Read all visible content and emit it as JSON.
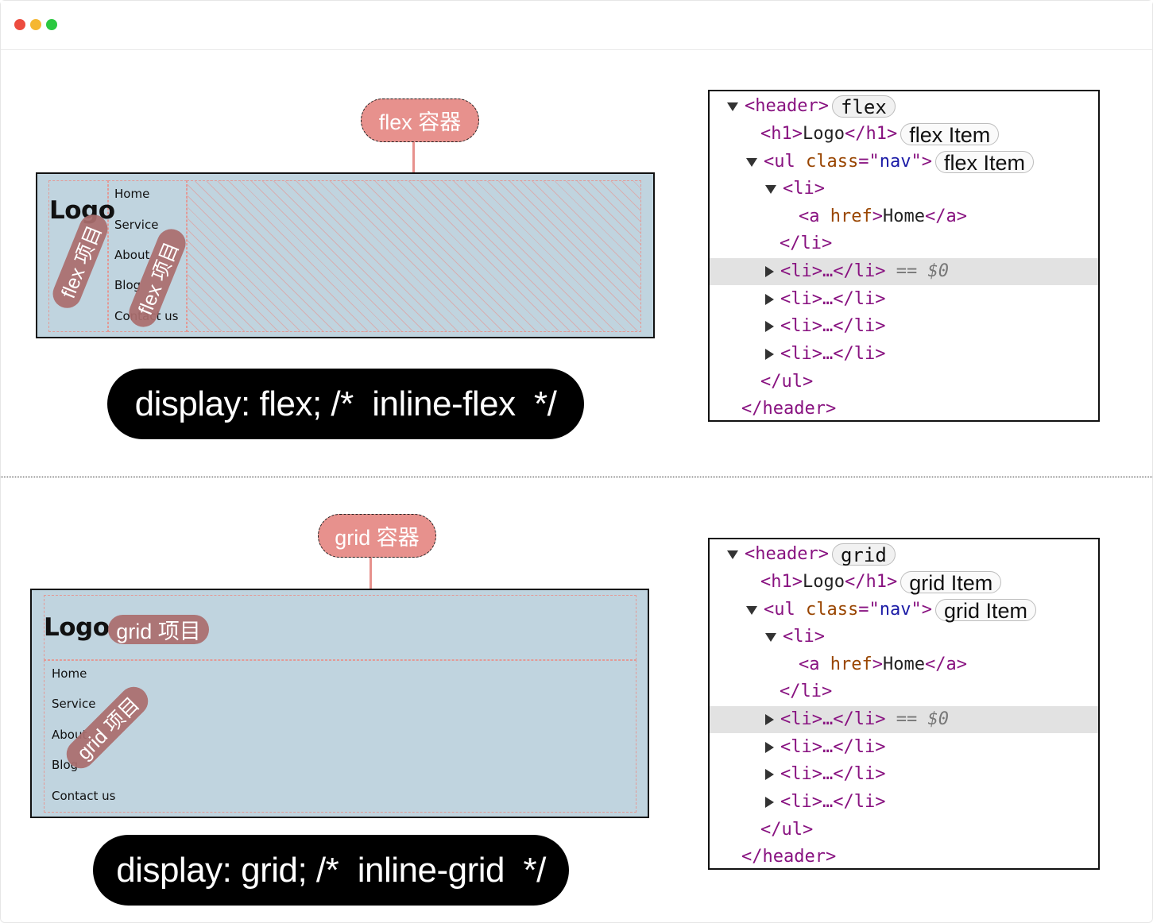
{
  "window": {
    "traffic_lights": [
      {
        "name": "close",
        "color": "#ec4c3f"
      },
      {
        "name": "minimize",
        "color": "#f5b731"
      },
      {
        "name": "zoom",
        "color": "#2bc840"
      }
    ]
  },
  "flex_section": {
    "container_label": "flex 容器",
    "logo": "Logo",
    "nav_items": [
      "Home",
      "Service",
      "About",
      "Blog",
      "Contact us"
    ],
    "item_tag_1": "flex 项目",
    "item_tag_2": "flex 项目",
    "code": "display: flex; /*  inline-flex  */",
    "devtools": {
      "lines": {
        "header_open": "<header>",
        "header_badge": "flex",
        "h1_open": "<h1>",
        "h1_text": "Logo",
        "h1_close": "</h1>",
        "h1_badge": "flex Item",
        "ul_open_pre": "<ul ",
        "ul_attr_name": "class",
        "ul_attr_eq": "=\"",
        "ul_attr_value": "nav",
        "ul_attr_end": "\">",
        "ul_badge": "flex Item",
        "li_open": "<li>",
        "a_open_pre": "<a ",
        "a_attr_name": "href",
        "a_open_end": ">",
        "a_text": "Home",
        "a_close": "</a>",
        "li_close": "</li>",
        "li_collapsed": "<li>…</li>",
        "selected_marker": "==",
        "selected_var": "$0",
        "ul_close": "</ul>",
        "header_close": "</header>"
      }
    }
  },
  "grid_section": {
    "container_label": "grid 容器",
    "logo": "Logo",
    "logo_tag": "grid 项目",
    "nav_items": [
      "Home",
      "Service",
      "About",
      "Blog",
      "Contact us"
    ],
    "item_tag": "grid 项目",
    "code": "display: grid; /*  inline-grid  */",
    "devtools": {
      "lines": {
        "header_open": "<header>",
        "header_badge": "grid",
        "h1_open": "<h1>",
        "h1_text": "Logo",
        "h1_close": "</h1>",
        "h1_badge": "grid Item",
        "ul_open_pre": "<ul ",
        "ul_attr_name": "class",
        "ul_attr_eq": "=\"",
        "ul_attr_value": "nav",
        "ul_attr_end": "\">",
        "ul_badge": "grid Item",
        "li_open": "<li>",
        "a_open_pre": "<a ",
        "a_attr_name": "href",
        "a_open_end": ">",
        "a_text": "Home",
        "a_close": "</a>",
        "li_close": "</li>",
        "li_collapsed": "<li>…</li>",
        "selected_marker": "==",
        "selected_var": "$0",
        "ul_close": "</ul>",
        "header_close": "</header>"
      }
    }
  },
  "colors": {
    "accent_pink": "#e7918d",
    "header_bg": "#c0d4df",
    "item_tag_bg": "#aa6e6e",
    "devtools_tag": "#881280",
    "devtools_attr_name": "#994500",
    "devtools_attr_value": "#1a1aa6",
    "selected_row": "#e2e2e2"
  }
}
